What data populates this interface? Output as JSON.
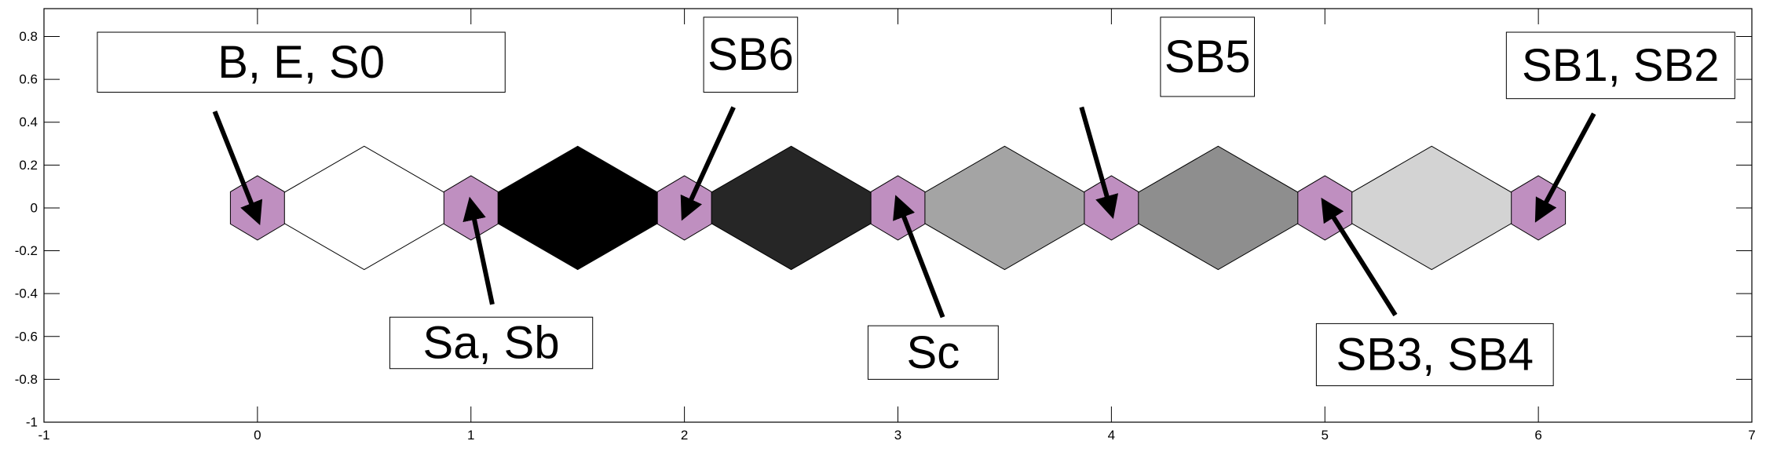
{
  "chart_data": {
    "type": "diagram",
    "xlim": [
      -1,
      7
    ],
    "ylim": [
      -1,
      0.93
    ],
    "xticks": [
      -1,
      0,
      1,
      2,
      3,
      4,
      5,
      6,
      7
    ],
    "yticks": [
      0.8,
      0.6,
      0.4,
      0.2,
      0,
      -0.2,
      -0.4,
      -0.6,
      -0.8,
      -1
    ],
    "xtick_labels": [
      "-1",
      "0",
      "1",
      "2",
      "3",
      "4",
      "5",
      "6",
      "7"
    ],
    "ytick_labels": [
      "0.8",
      "0.6",
      "0.4",
      "0.2",
      "0",
      "-0.2",
      "-0.4",
      "-0.6",
      "-0.8",
      "-1"
    ],
    "hexagons": [
      {
        "x": 0,
        "color": "#bf8fc0"
      },
      {
        "x": 1,
        "color": "#bf8fc0"
      },
      {
        "x": 2,
        "color": "#bf8fc0"
      },
      {
        "x": 3,
        "color": "#bf8fc0"
      },
      {
        "x": 4,
        "color": "#bf8fc0"
      },
      {
        "x": 5,
        "color": "#bf8fc0"
      },
      {
        "x": 6,
        "color": "#bf8fc0"
      }
    ],
    "diamonds": [
      {
        "x": 0.5,
        "color": "#ffffff"
      },
      {
        "x": 1.5,
        "color": "#000000"
      },
      {
        "x": 2.5,
        "color": "#262626"
      },
      {
        "x": 3.5,
        "color": "#a4a4a4"
      },
      {
        "x": 4.5,
        "color": "#8e8e8e"
      },
      {
        "x": 5.5,
        "color": "#d3d3d3"
      }
    ],
    "annotations": [
      {
        "text": "B, E, S0",
        "box": [
          -0.75,
          0.54,
          1.16,
          0.82
        ],
        "arrow_from": [
          -0.2,
          0.45
        ],
        "arrow_to": [
          0.0,
          -0.05
        ]
      },
      {
        "text": "Sa, Sb",
        "box": [
          0.62,
          -0.75,
          1.57,
          -0.51
        ],
        "arrow_from": [
          1.1,
          -0.45
        ],
        "arrow_to": [
          1.0,
          0.02
        ]
      },
      {
        "text": "SB6",
        "box": [
          2.09,
          0.54,
          2.53,
          0.89
        ],
        "arrow_from": [
          2.23,
          0.47
        ],
        "arrow_to": [
          2.0,
          -0.03
        ]
      },
      {
        "text": "Sc",
        "box": [
          2.86,
          -0.8,
          3.47,
          -0.55
        ],
        "arrow_from": [
          3.21,
          -0.51
        ],
        "arrow_to": [
          3.0,
          0.03
        ]
      },
      {
        "text": "SB5",
        "box": [
          4.23,
          0.52,
          4.67,
          0.89
        ],
        "arrow_from": [
          3.86,
          0.47
        ],
        "arrow_to": [
          4.0,
          -0.02
        ]
      },
      {
        "text": "SB3, SB4",
        "box": [
          4.96,
          -0.83,
          6.07,
          -0.54
        ],
        "arrow_from": [
          5.33,
          -0.5
        ],
        "arrow_to": [
          5.0,
          0.02
        ]
      },
      {
        "text": "SB1, SB2",
        "box": [
          5.85,
          0.51,
          6.92,
          0.82
        ],
        "arrow_from": [
          6.26,
          0.44
        ],
        "arrow_to": [
          6.0,
          -0.04
        ]
      }
    ],
    "shape_style": {
      "hex_fill": "#bf8fc0",
      "outline": "#000000",
      "label_box_fill": "#ffffff"
    },
    "grid": false
  }
}
